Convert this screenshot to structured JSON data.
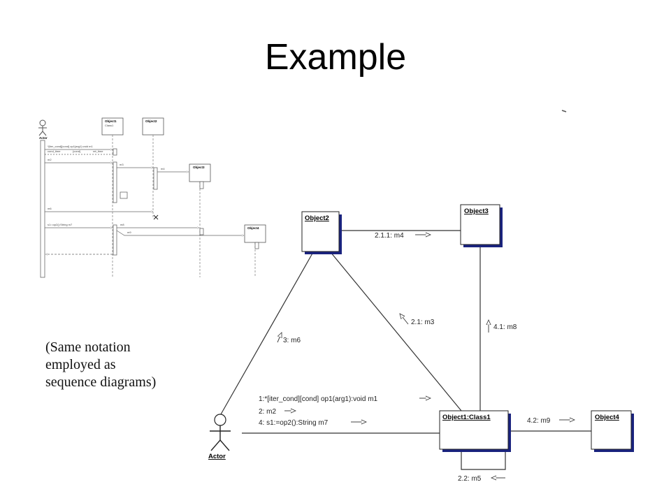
{
  "slide": {
    "title": "Example"
  },
  "note": {
    "lines": [
      "(Same notation",
      "employed as",
      "sequence diagrams)"
    ]
  },
  "collaboration": {
    "objects": {
      "object2": "Object2",
      "object3": "Object3",
      "object1": "Object1:Class1",
      "object4": "Object4"
    },
    "actor": "Actor",
    "messages": {
      "m4": "2.1.1: m4",
      "m3": "2.1: m3",
      "m6": "3: m6",
      "m8": "4.1: m8",
      "m1": "1:*[iter_cond][cond] op1(arg1):void m1",
      "m2": "2: m2",
      "m7": "4: s1:=op2():String m7",
      "m9": "4.2: m9",
      "m5": "2.2: m5"
    }
  },
  "sequence": {
    "objects": [
      "Object1",
      "Object2",
      "Object3",
      "Object4"
    ],
    "object1_class": "Class1",
    "actor": "Actor",
    "messages": {
      "top": "*[iter_cond][cond] op1(arg1):void m1",
      "guard1": "cond_time",
      "guard2": "{cond}",
      "guard3": "ret_time",
      "m2": "m2",
      "m3": "m3",
      "m4": "m4",
      "m6": "m6",
      "m7": "s1:=op2():String m7",
      "m8": "m8",
      "m9": "m9"
    }
  },
  "colors": {
    "line": "#333333",
    "shadow": "#1a237e"
  }
}
